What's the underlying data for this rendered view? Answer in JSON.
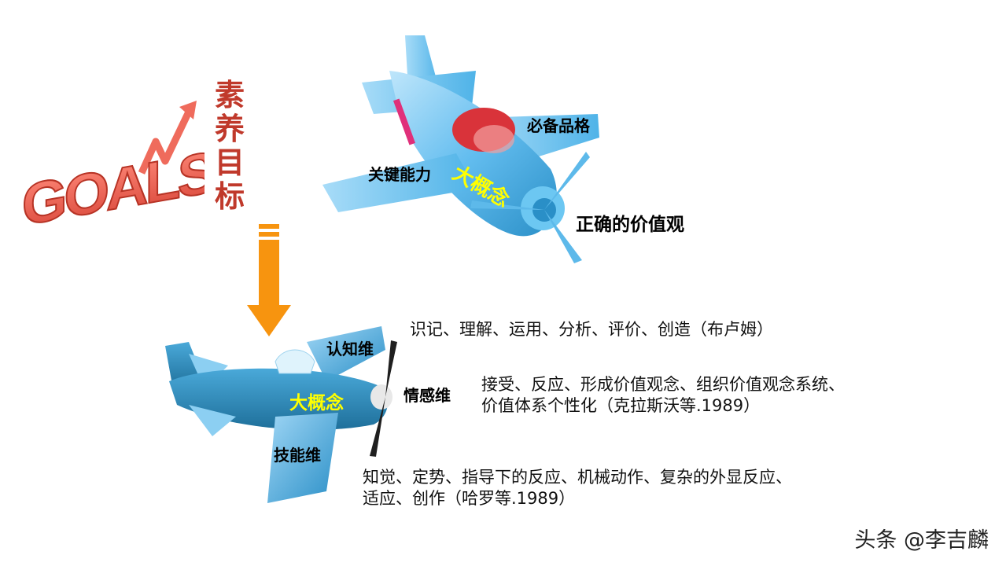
{
  "goals": {
    "art_text": "GOALS"
  },
  "title_vertical": "素养目标",
  "top_plane": {
    "center": "大概念",
    "wing_left": "关键能力",
    "cockpit": "必备品格",
    "propeller": "正确的价值观"
  },
  "bottom_plane": {
    "center": "大概念",
    "dims": [
      {
        "label": "认知维",
        "desc_lines": [
          "识记、理解、运用、分析、评价、创造（布卢姆）"
        ]
      },
      {
        "label": "情感维",
        "desc_lines": [
          "接受、反应、形成价值观念、组织价值观念系统、",
          "价值体系个性化（克拉斯沃等.1989）"
        ]
      },
      {
        "label": "技能维",
        "desc_lines": [
          "知觉、定势、指导下的反应、机械动作、复杂的外显反应、",
          "适应、创作（哈罗等.1989）"
        ]
      }
    ]
  },
  "watermark": "头条 @李吉麟",
  "colors": {
    "title": "#c0392b",
    "goals_letters": "#ef6b5c",
    "arrow": "#f7940f",
    "plane_blue": "#4fb3e8",
    "plane_dark": "#2a8fc7",
    "concept_text": "#ffff00"
  }
}
